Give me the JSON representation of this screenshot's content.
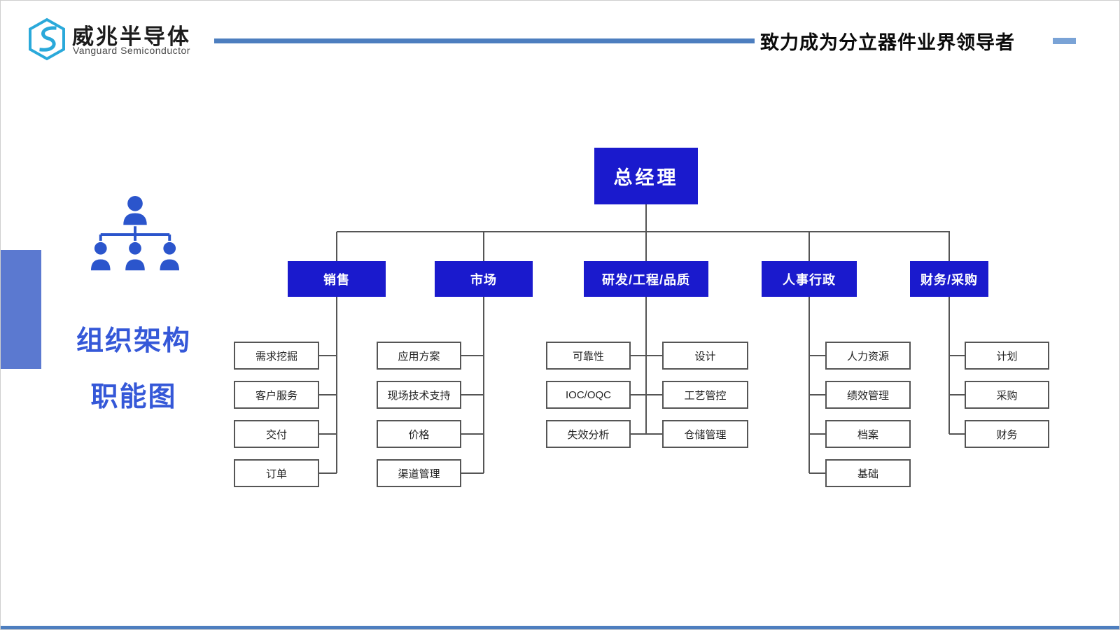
{
  "header": {
    "logo": {
      "name_cn": "威兆半导体",
      "name_en": "Vanguard Semiconductor"
    },
    "slogan": "致力成为分立器件业界领导者"
  },
  "sidebar": {
    "title_line1": "组织架构",
    "title_line2": "职能图"
  },
  "org": {
    "root": "总经理",
    "departments": [
      {
        "label": "销售",
        "children": [
          "需求挖掘",
          "客户服务",
          "交付",
          "订单"
        ]
      },
      {
        "label": "市场",
        "children": [
          "应用方案",
          "现场技术支持",
          "价格",
          "渠道管理"
        ]
      },
      {
        "label": "研发/工程/品质",
        "children_left": [
          "可靠性",
          "IOC/OQC",
          "失效分析"
        ],
        "children_right": [
          "设计",
          "工艺管控",
          "仓储管理"
        ]
      },
      {
        "label": "人事行政",
        "children": [
          "人力资源",
          "绩效管理",
          "档案",
          "基础"
        ]
      },
      {
        "label": "财务/采购",
        "children": [
          "计划",
          "采购",
          "财务"
        ]
      }
    ]
  },
  "colors": {
    "node_blue": "#1a1acd",
    "accent_blue": "#4d7ebf",
    "title_blue": "#3558d8",
    "line_gray": "#555555",
    "logo_cyan": "#2aa9da"
  }
}
